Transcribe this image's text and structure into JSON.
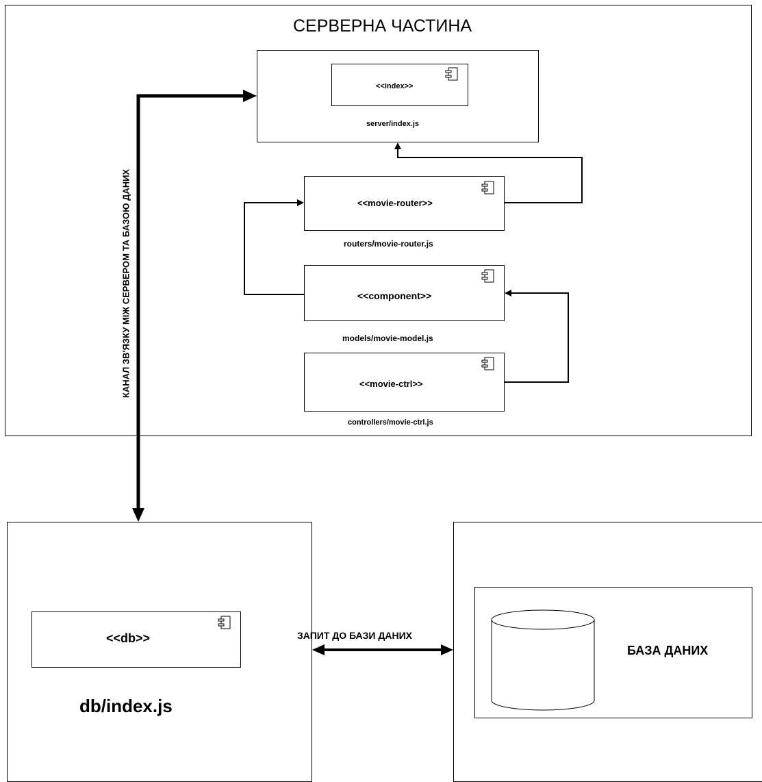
{
  "server": {
    "title": "СЕРВЕРНА ЧАСТИНА",
    "index_component": {
      "name": "<<index>>",
      "caption": "server/index.js"
    },
    "router_component": {
      "name": "<<movie-router>>",
      "caption": "routers/movie-router.js"
    },
    "model_component": {
      "name": "<<component>>",
      "caption": "models/movie-model.js"
    },
    "ctrl_component": {
      "name": "<<movie-ctrl>>",
      "caption": "controllers/movie-ctrl.js"
    }
  },
  "channel_label": "КАНАЛ ЗВ'ЯЗКУ МІЖ СЕРВЕРОМ ТА БАЗОЮ ДАНИХ",
  "db_node": {
    "name": "<<db>>",
    "caption": "db/index.js"
  },
  "db_query_label": "ЗАПИТ ДО БАЗИ ДАНИХ",
  "database": {
    "label": "БАЗА ДАНИХ"
  },
  "icons": {
    "component": "uml-component-icon",
    "database": "database-cylinder-icon"
  }
}
